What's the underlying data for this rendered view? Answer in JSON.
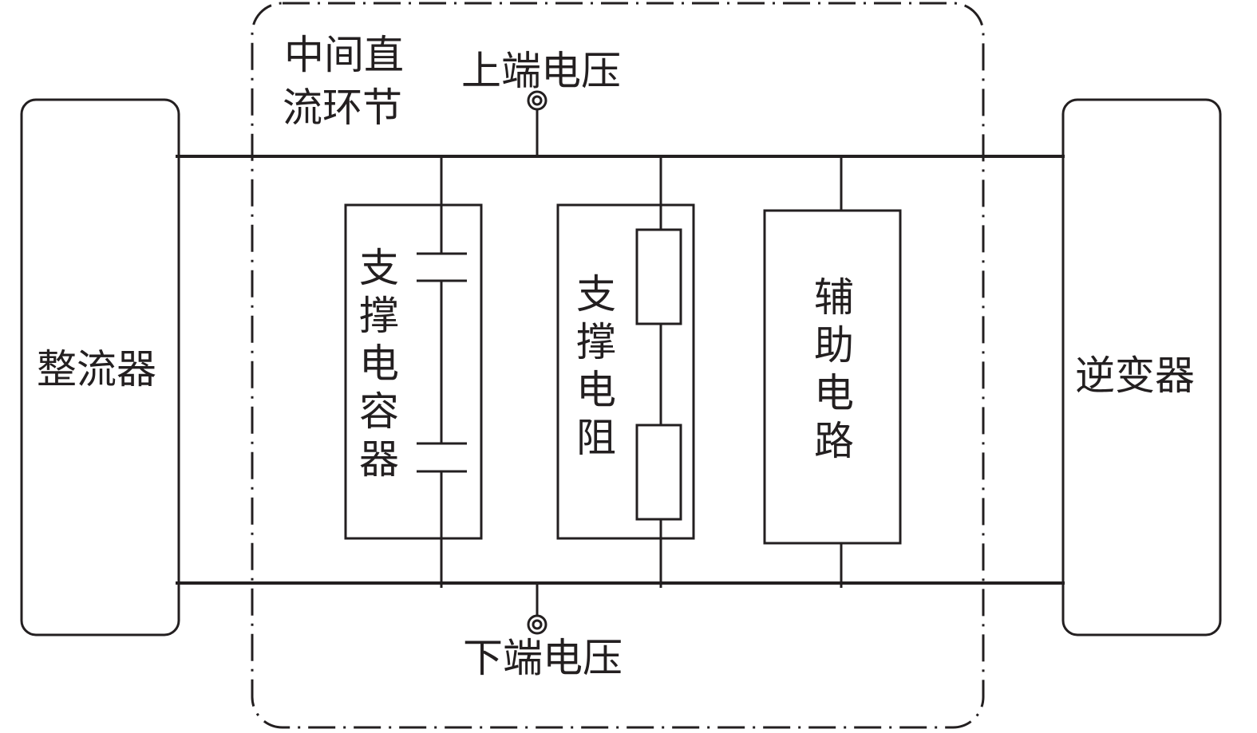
{
  "blocks": {
    "rectifier": "整流器",
    "inverter": "逆变器"
  },
  "dc_link": {
    "title_line1": "中间直",
    "title_line2": "流环节"
  },
  "terminals": {
    "upper": "上端电压",
    "lower": "下端电压"
  },
  "components": {
    "capacitor": "支撑电容器",
    "resistor": "支撑电阻",
    "auxiliary": "辅助电路"
  },
  "colors": {
    "stroke": "#231f20",
    "background": "#ffffff"
  }
}
